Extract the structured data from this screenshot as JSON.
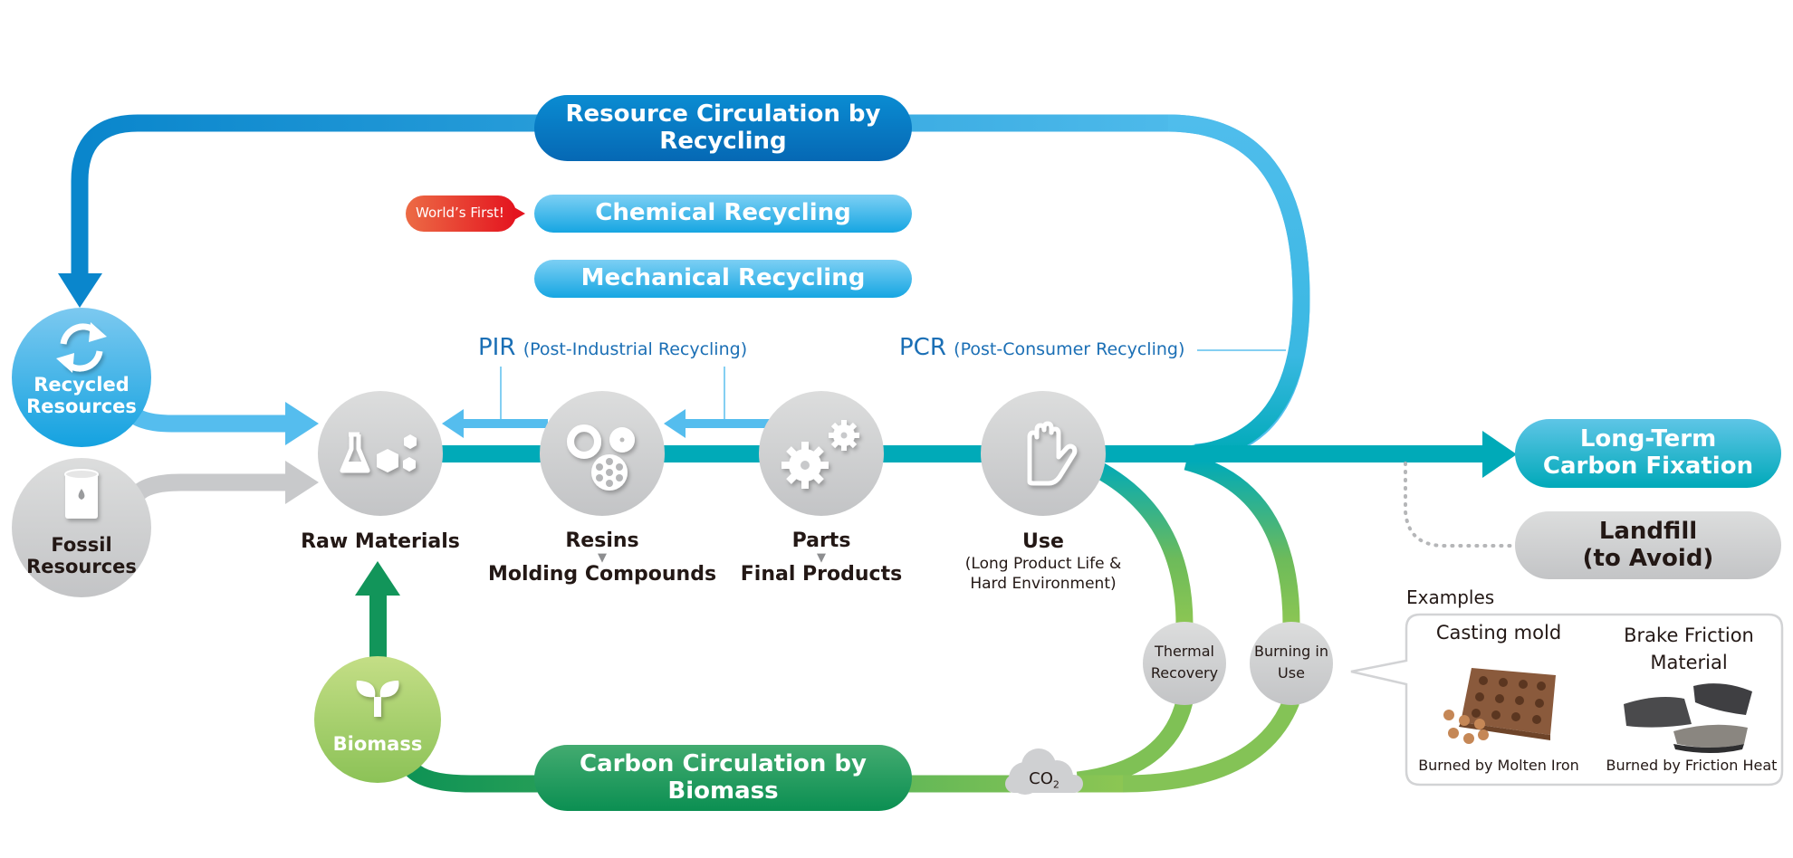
{
  "colors": {
    "recycling_dark": "#0a78c2",
    "recycling_light": "#4cbcec",
    "teal": "#00aab8",
    "biomass_green": "#12955a",
    "light_green": "#8cc653",
    "gray_node": "#cfd0d2",
    "badge_red": "#e8312b",
    "pir_pcr_text": "#1b6fb5"
  },
  "loops": {
    "recycling": {
      "title": "Resource Circulation by Recycling",
      "line1": "Resource Circulation by",
      "line2": "Recycling"
    },
    "biomass": {
      "title": "Carbon Circulation by Biomass",
      "line1": "Carbon Circulation by",
      "line2": "Biomass"
    }
  },
  "recycling_methods": [
    {
      "label": "Chemical Recycling",
      "badge": "World’s First!"
    },
    {
      "label": "Mechanical Recycling",
      "badge": null
    }
  ],
  "recycling_paths": {
    "pir": {
      "abbr": "PIR",
      "full": "(Post-Industrial Recycling)"
    },
    "pcr": {
      "abbr": "PCR",
      "full": "(Post-Consumer Recycling)"
    }
  },
  "sources": [
    {
      "id": "recycled",
      "line1": "Recycled",
      "line2": "Resources",
      "icon": "recycle-icon"
    },
    {
      "id": "fossil",
      "line1": "Fossil",
      "line2": "Resources",
      "icon": "oil-barrel-icon"
    },
    {
      "id": "biomass",
      "label": "Biomass",
      "icon": "sprout-icon"
    }
  ],
  "stages": [
    {
      "id": "raw",
      "label": "Raw Materials",
      "sub": null,
      "icon": "flask-cubes-icon"
    },
    {
      "id": "resins",
      "label": "Resins",
      "sub": "Molding Compounds",
      "icon": "pellets-icon"
    },
    {
      "id": "parts",
      "label": "Parts",
      "sub": "Final Products",
      "icon": "gears-icon"
    },
    {
      "id": "use",
      "label": "Use",
      "sub": "(Long Product Life & Hard Environment)",
      "sub1": "(Long Product Life &",
      "sub2": "Hard Environment)",
      "icon": "hand-icon"
    }
  ],
  "end_of_life": [
    {
      "id": "thermal",
      "line1": "Thermal",
      "line2": "Recovery"
    },
    {
      "id": "burning",
      "line1": "Burning in",
      "line2": "Use"
    }
  ],
  "co2": {
    "main": "CO",
    "sub": "2"
  },
  "outcomes": [
    {
      "id": "fixation",
      "line1": "Long-Term",
      "line2": "Carbon Fixation"
    },
    {
      "id": "landfill",
      "line1": "Landfill",
      "line2": "(to Avoid)"
    }
  ],
  "examples": {
    "title": "Examples",
    "items": [
      {
        "title": "Casting mold",
        "caption": "Burned by Molten Iron",
        "image": "casting-mold-photo"
      },
      {
        "title1": "Brake Friction",
        "title2": "Material",
        "title": "Brake Friction Material",
        "caption": "Burned by Friction Heat",
        "image": "brake-pads-photo"
      }
    ]
  }
}
